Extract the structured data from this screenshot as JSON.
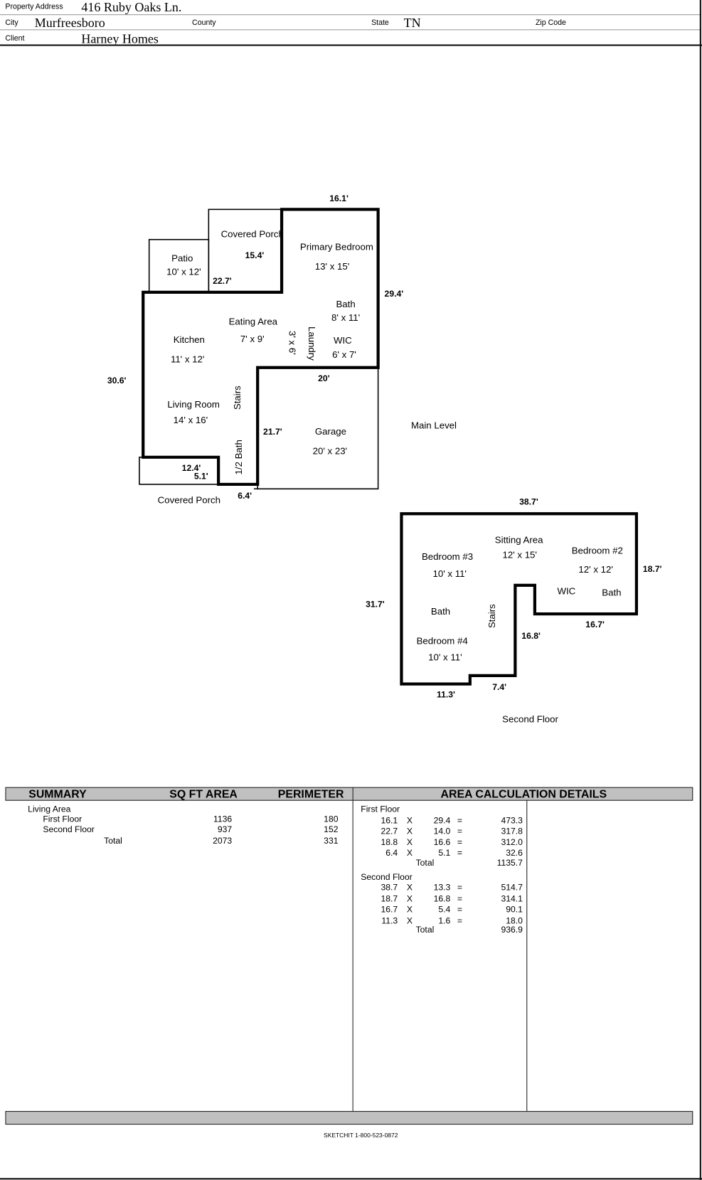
{
  "header": {
    "property_address_label": "Property Address",
    "property_address": "416 Ruby Oaks Ln.",
    "city_label": "City",
    "city": "Murfreesboro",
    "county_label": "County",
    "state_label": "State",
    "state": "TN",
    "zip_label": "Zip Code",
    "client_label": "Client",
    "client": "Harney Homes"
  },
  "main_level": {
    "title": "Main Level",
    "rooms": {
      "covered_porch_top": "Covered Porch",
      "patio": "Patio",
      "patio_size": "10' x 12'",
      "primary_bedroom": "Primary Bedroom",
      "primary_bedroom_size": "13' x 15'",
      "bath": "Bath",
      "bath_size": "8' x 11'",
      "eating_area": "Eating Area",
      "eating_area_size": "7' x 9'",
      "kitchen": "Kitchen",
      "kitchen_size": "11' x 12'",
      "closet_size": "3' x 6'",
      "laundry": "Laundry",
      "wic": "WIC",
      "wic_size": "6' x 7'",
      "living_room": "Living Room",
      "living_room_size": "14' x 16'",
      "stairs": "Stairs",
      "half_bath": "1/2 Bath",
      "garage": "Garage",
      "garage_size": "20' x 23'",
      "covered_porch_bottom": "Covered Porch"
    },
    "dimensions": {
      "top": "16.1'",
      "porch": "15.4'",
      "patio_side": "22.7'",
      "right": "29.4'",
      "left": "30.6'",
      "garage_top": "20'",
      "garage_left": "21.7'",
      "porch_a": "12.4'",
      "porch_b": "5.1'",
      "bottom": "6.4'"
    }
  },
  "second_floor": {
    "title": "Second Floor",
    "rooms": {
      "sitting_area": "Sitting Area",
      "sitting_area_size": "12' x 15'",
      "bedroom3": "Bedroom #3",
      "bedroom3_size": "10' x 11'",
      "bedroom2": "Bedroom #2",
      "bedroom2_size": "12' x 12'",
      "wic": "WIC",
      "bath_right": "Bath",
      "bath_left": "Bath",
      "stairs": "Stairs",
      "bedroom4": "Bedroom #4",
      "bedroom4_size": "10' x 11'"
    },
    "dimensions": {
      "top": "38.7'",
      "right": "18.7'",
      "left": "31.7'",
      "step": "16.7'",
      "stairs": "16.8'",
      "bottom_a": "7.4'",
      "bottom_b": "11.3'"
    }
  },
  "summary": {
    "headers": {
      "summary": "SUMMARY",
      "area": "SQ FT AREA",
      "perimeter": "PERIMETER",
      "details": "AREA CALCULATION DETAILS"
    },
    "group": "Living Area",
    "rows": [
      {
        "label": "First Floor",
        "area": "1136",
        "perimeter": "180"
      },
      {
        "label": "Second Floor",
        "area": "937",
        "perimeter": "152"
      },
      {
        "label": "Total",
        "area": "2073",
        "perimeter": "331"
      }
    ]
  },
  "details": {
    "first_floor": {
      "label": "First Floor",
      "rows": [
        {
          "a": "16.1",
          "x": "X",
          "b": "29.4",
          "eq": "=",
          "r": "473.3"
        },
        {
          "a": "22.7",
          "x": "X",
          "b": "14.0",
          "eq": "=",
          "r": "317.8"
        },
        {
          "a": "18.8",
          "x": "X",
          "b": "16.6",
          "eq": "=",
          "r": "312.0"
        },
        {
          "a": "6.4",
          "x": "X",
          "b": "5.1",
          "eq": "=",
          "r": "32.6"
        }
      ],
      "total_label": "Total",
      "total": "1135.7"
    },
    "second_floor": {
      "label": "Second Floor",
      "rows": [
        {
          "a": "38.7",
          "x": "X",
          "b": "13.3",
          "eq": "=",
          "r": "514.7"
        },
        {
          "a": "18.7",
          "x": "X",
          "b": "16.8",
          "eq": "=",
          "r": "314.1"
        },
        {
          "a": "16.7",
          "x": "X",
          "b": "5.4",
          "eq": "=",
          "r": "90.1"
        },
        {
          "a": "11.3",
          "x": "X",
          "b": "1.6",
          "eq": "=",
          "r": "18.0"
        }
      ],
      "total_label": "Total",
      "total": "936.9"
    }
  },
  "footer": {
    "text": "SKETCHIT 1-800-523-0872"
  }
}
